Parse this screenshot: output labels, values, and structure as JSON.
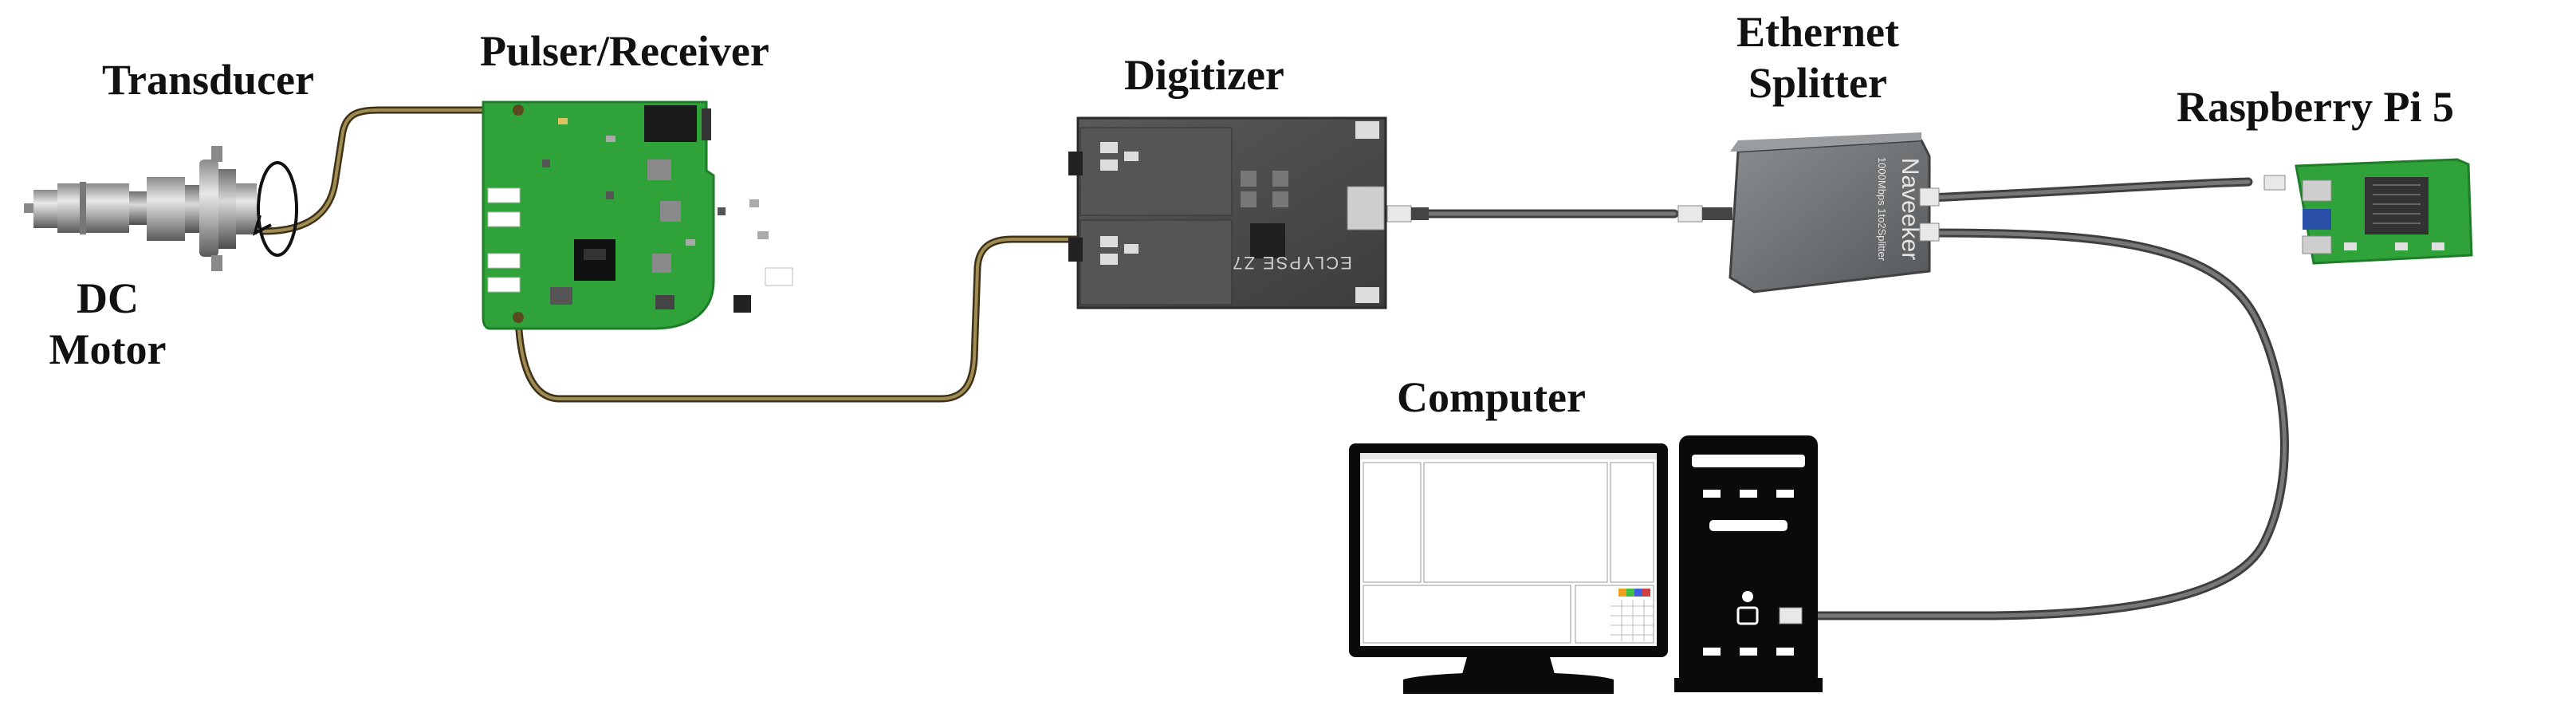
{
  "labels": {
    "transducer": "Transducer",
    "dc_motor_line1": "DC",
    "dc_motor_line2": "Motor",
    "pulser_receiver": "Pulser/Receiver",
    "digitizer": "Digitizer",
    "ethernet_splitter_line1": "Ethernet",
    "ethernet_splitter_line2": "Splitter",
    "raspberry_pi": "Raspberry Pi 5",
    "computer": "Computer"
  },
  "device_markings": {
    "digitizer_brand": "ECLYPSE Z7",
    "splitter_brand": "Naveeker",
    "splitter_model": "1000Mbps 1to2Splitter"
  },
  "colors": {
    "pcb_green": "#2fa33a",
    "coax_cable": "#7a6a3c",
    "ethernet_cable": "#5f6160",
    "digitizer_body": "#4a4a4a",
    "splitter_body": "#6b6e70",
    "computer_black": "#0a0a0a"
  }
}
